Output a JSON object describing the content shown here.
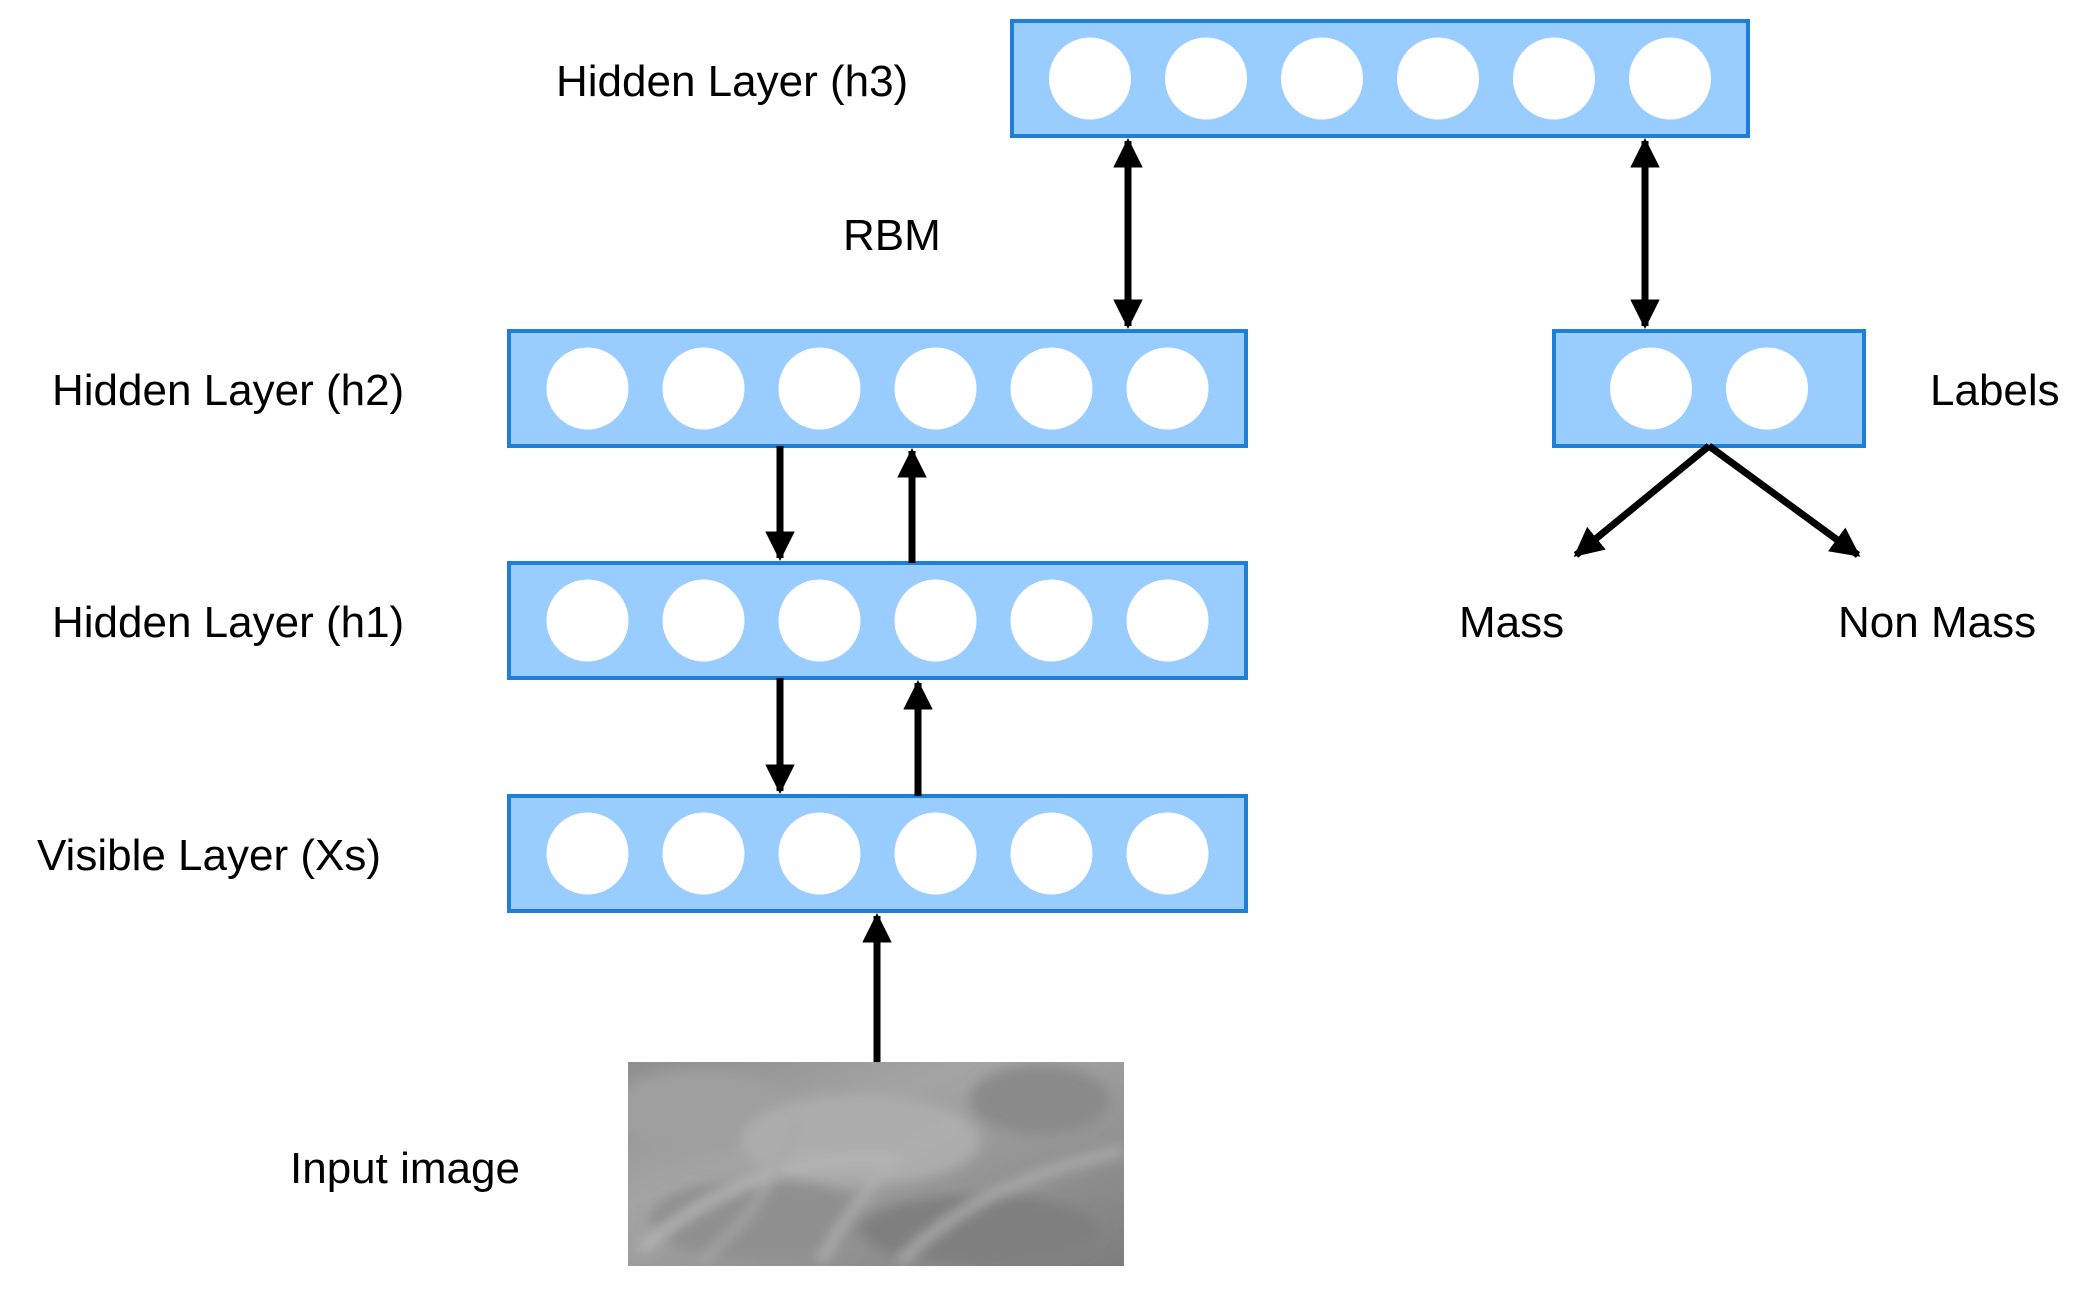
{
  "colors": {
    "layer_fill": "#99CCFF",
    "layer_stroke": "#1F7FD6",
    "node_fill": "#FFFFFF",
    "arrow": "#000000",
    "text": "#000000"
  },
  "labels": {
    "h3": "Hidden Layer (h3)",
    "rbm": "RBM",
    "h2": "Hidden Layer (h2)",
    "h1": "Hidden Layer (h1)",
    "visible": "Visible Layer (Xs)",
    "input": "Input image",
    "labels": "Labels",
    "mass": "Mass",
    "non_mass": "Non Mass"
  },
  "layers": {
    "h3": {
      "nodes": 6
    },
    "h2": {
      "nodes": 6
    },
    "h1": {
      "nodes": 6
    },
    "visible": {
      "nodes": 6
    },
    "labels": {
      "nodes": 2
    }
  },
  "input_image": {
    "icon": "mammogram-patch-image",
    "tone": "grayscale"
  }
}
